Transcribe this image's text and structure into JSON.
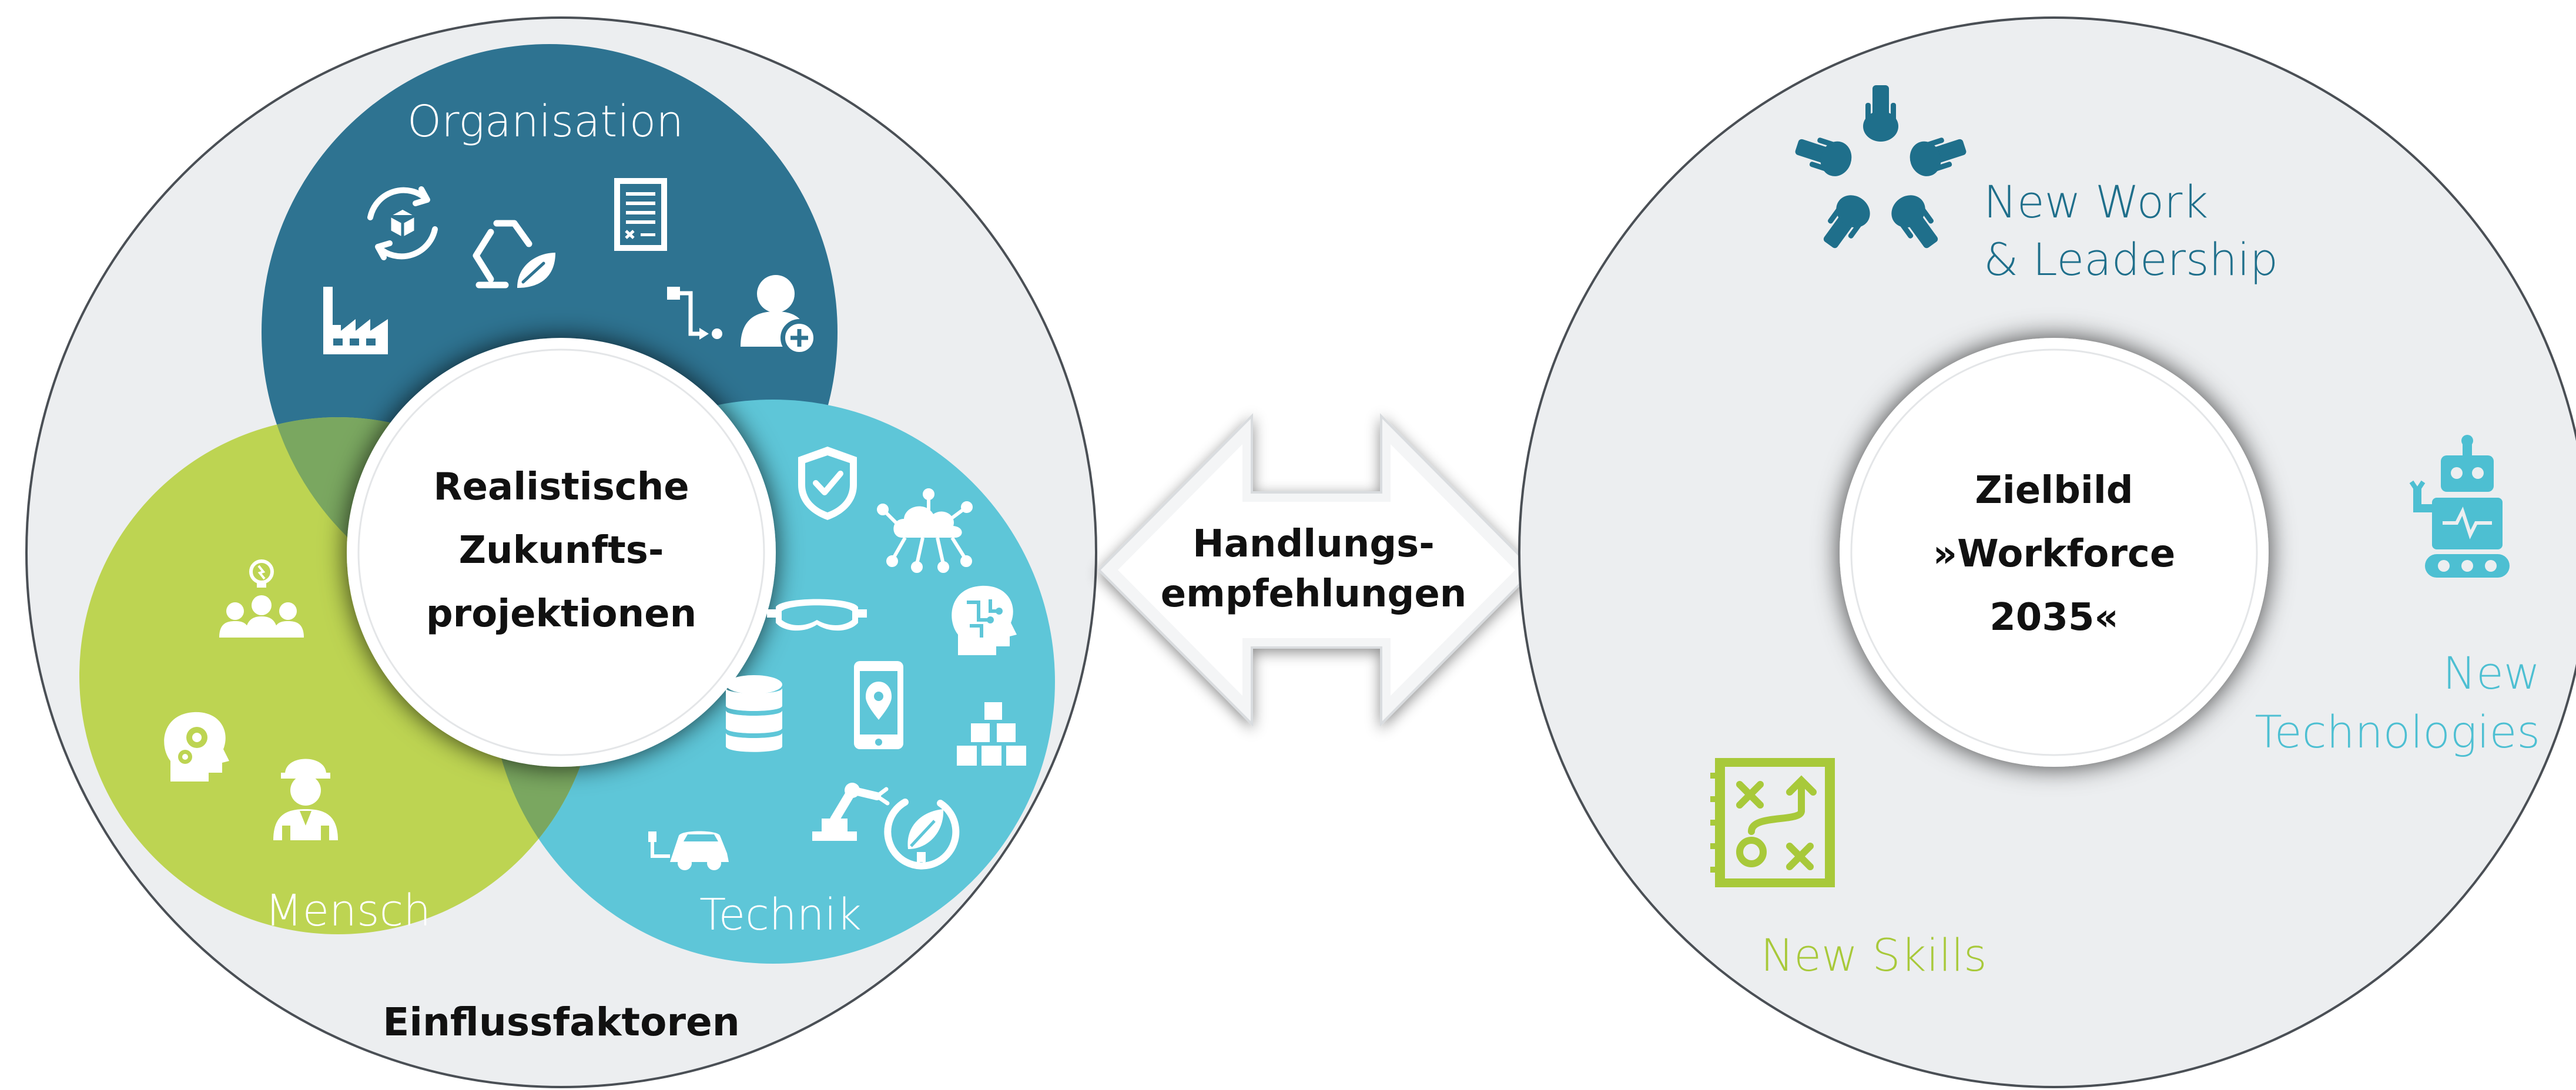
{
  "colors": {
    "background": "#ffffff",
    "outer_circle_fill": "#eceef0",
    "outer_circle_stroke": "#4a4f55",
    "organisation": "#2e7391",
    "mensch": "#bdd452",
    "technik": "#5ec6d8",
    "overlap": "#7aa760",
    "dark_text": "#111111",
    "new_work": "#1f6f8b",
    "new_tech": "#4dbfd2",
    "new_skills": "#a8c93a",
    "arrow_fill": "#f4f5f6"
  },
  "left": {
    "caption": "Einflussfaktoren",
    "center_lines": [
      "Realistische",
      "Zukunfts-",
      "projektionen"
    ],
    "organisation": {
      "label": "Organisation",
      "icons": [
        "package-cycle-icon",
        "recycle-leaf-icon",
        "document-icon",
        "factory-icon",
        "workflow-icon",
        "add-user-icon"
      ]
    },
    "mensch": {
      "label": "Mensch",
      "icons": [
        "team-idea-icon",
        "head-gears-icon",
        "worker-icon"
      ]
    },
    "technik": {
      "label": "Technik",
      "icons": [
        "shield-check-icon",
        "cloud-network-icon",
        "vr-headset-icon",
        "head-circuit-icon",
        "smartphone-location-icon",
        "database-icon",
        "boxes-icon",
        "robot-arm-icon",
        "electric-car-icon",
        "green-energy-icon"
      ]
    }
  },
  "arrow": {
    "lines": [
      "Handlungs-",
      "empfehlungen"
    ]
  },
  "right": {
    "center_lines": [
      "Zielbild",
      "»Workforce",
      "2035«"
    ],
    "new_work": {
      "lines": [
        "New Work",
        "& Leadership"
      ],
      "icon": "hands-together-icon"
    },
    "new_technologies": {
      "lines": [
        "New",
        "Technologies"
      ],
      "icon": "robot-icon"
    },
    "new_skills": {
      "lines": [
        "New Skills"
      ],
      "icon": "strategy-board-icon"
    }
  }
}
